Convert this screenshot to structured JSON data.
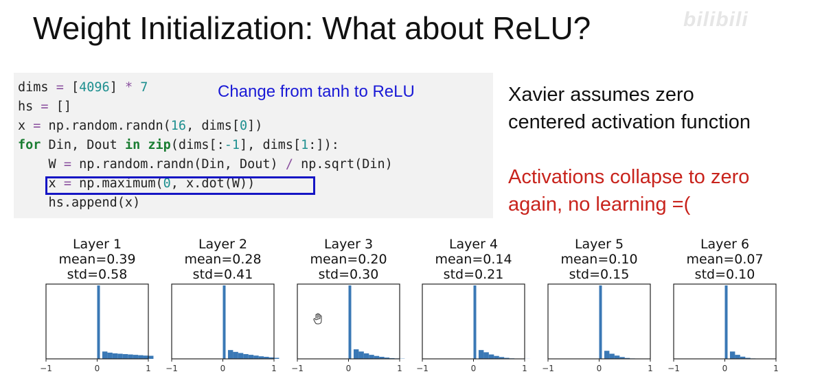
{
  "slide": {
    "title": "Weight Initialization: What about ReLU?",
    "watermark": "bilibili"
  },
  "code": {
    "lines": [
      [
        {
          "t": "dims "
        },
        {
          "t": "=",
          "c": "op"
        },
        {
          "t": " ["
        },
        {
          "t": "4096",
          "c": "num"
        },
        {
          "t": "] "
        },
        {
          "t": "*",
          "c": "op"
        },
        {
          "t": " "
        },
        {
          "t": "7",
          "c": "num"
        }
      ],
      [
        {
          "t": "hs "
        },
        {
          "t": "=",
          "c": "op"
        },
        {
          "t": " []"
        }
      ],
      [
        {
          "t": "x "
        },
        {
          "t": "=",
          "c": "op"
        },
        {
          "t": " np.random.randn("
        },
        {
          "t": "16",
          "c": "num"
        },
        {
          "t": ", dims["
        },
        {
          "t": "0",
          "c": "num"
        },
        {
          "t": "])"
        }
      ],
      [
        {
          "t": "for",
          "c": "kw"
        },
        {
          "t": " Din, Dout "
        },
        {
          "t": "in",
          "c": "kw"
        },
        {
          "t": " "
        },
        {
          "t": "zip",
          "c": "kw"
        },
        {
          "t": "(dims[:"
        },
        {
          "t": "-1",
          "c": "num"
        },
        {
          "t": "], dims["
        },
        {
          "t": "1",
          "c": "num"
        },
        {
          "t": ":]):"
        }
      ],
      [
        {
          "t": "    W "
        },
        {
          "t": "=",
          "c": "op"
        },
        {
          "t": " np.random.randn(Din, Dout) "
        },
        {
          "t": "/",
          "c": "op"
        },
        {
          "t": " np.sqrt(Din)"
        }
      ],
      [
        {
          "t": "    x "
        },
        {
          "t": "=",
          "c": "op"
        },
        {
          "t": " np.maximum("
        },
        {
          "t": "0",
          "c": "num"
        },
        {
          "t": ", x.dot(W))"
        }
      ],
      [
        {
          "t": "    hs.append(x)"
        }
      ]
    ],
    "note": "Change from tanh to ReLU"
  },
  "side": {
    "black_lines": [
      "Xavier assumes zero",
      "centered activation function"
    ],
    "red_lines": [
      "Activations collapse to zero",
      "again, no learning =("
    ],
    "colors": {
      "text": "#111111",
      "alert": "#c8231c",
      "note": "#1a1ad6",
      "box": "#1515c4"
    }
  },
  "chart_data": [
    {
      "type": "bar",
      "title": "Layer 1",
      "subtitle": [
        "mean=0.39",
        "std=0.58"
      ],
      "xlim": [
        -1,
        1
      ],
      "xticks": [
        "−1",
        "0",
        "1"
      ],
      "categories": [
        0.0,
        0.1,
        0.2,
        0.3,
        0.4,
        0.5,
        0.6,
        0.7,
        0.8,
        0.9,
        1.0
      ],
      "values": [
        1.0,
        0.1,
        0.085,
        0.075,
        0.07,
        0.065,
        0.06,
        0.055,
        0.05,
        0.045,
        0.042
      ],
      "color": "#3a78b5",
      "grid": false
    },
    {
      "type": "bar",
      "title": "Layer 2",
      "subtitle": [
        "mean=0.28",
        "std=0.41"
      ],
      "xlim": [
        -1,
        1
      ],
      "xticks": [
        "−1",
        "0",
        "1"
      ],
      "categories": [
        0.0,
        0.1,
        0.2,
        0.3,
        0.4,
        0.5,
        0.6,
        0.7,
        0.8,
        0.9,
        1.0
      ],
      "values": [
        1.0,
        0.12,
        0.095,
        0.08,
        0.065,
        0.055,
        0.045,
        0.035,
        0.028,
        0.02,
        0.014
      ],
      "color": "#3a78b5",
      "grid": false
    },
    {
      "type": "bar",
      "title": "Layer 3",
      "subtitle": [
        "mean=0.20",
        "std=0.30"
      ],
      "xlim": [
        -1,
        1
      ],
      "xticks": [
        "−1",
        "0",
        "1"
      ],
      "categories": [
        0.0,
        0.1,
        0.2,
        0.3,
        0.4,
        0.5,
        0.6,
        0.7,
        0.8,
        0.9,
        1.0
      ],
      "values": [
        1.0,
        0.13,
        0.1,
        0.075,
        0.055,
        0.04,
        0.028,
        0.018,
        0.01,
        0.006,
        0.003
      ],
      "color": "#3a78b5",
      "grid": false
    },
    {
      "type": "bar",
      "title": "Layer 4",
      "subtitle": [
        "mean=0.14",
        "std=0.21"
      ],
      "xlim": [
        -1,
        1
      ],
      "xticks": [
        "−1",
        "0",
        "1"
      ],
      "categories": [
        0.0,
        0.1,
        0.2,
        0.3,
        0.4,
        0.5,
        0.6,
        0.7,
        0.8,
        0.9,
        1.0
      ],
      "values": [
        1.0,
        0.12,
        0.09,
        0.06,
        0.04,
        0.025,
        0.014,
        0.007,
        0.004,
        0.002,
        0.001
      ],
      "color": "#3a78b5",
      "grid": false
    },
    {
      "type": "bar",
      "title": "Layer 5",
      "subtitle": [
        "mean=0.10",
        "std=0.15"
      ],
      "xlim": [
        -1,
        1
      ],
      "xticks": [
        "−1",
        "0",
        "1"
      ],
      "categories": [
        0.0,
        0.1,
        0.2,
        0.3,
        0.4,
        0.5,
        0.6,
        0.7,
        0.8,
        0.9,
        1.0
      ],
      "values": [
        1.0,
        0.11,
        0.07,
        0.045,
        0.025,
        0.012,
        0.006,
        0.003,
        0.001,
        0.0,
        0.0
      ],
      "color": "#3a78b5",
      "grid": false
    },
    {
      "type": "bar",
      "title": "Layer 6",
      "subtitle": [
        "mean=0.07",
        "std=0.10"
      ],
      "xlim": [
        -1,
        1
      ],
      "xticks": [
        "−1",
        "0",
        "1"
      ],
      "categories": [
        0.0,
        0.1,
        0.2,
        0.3,
        0.4,
        0.5,
        0.6,
        0.7,
        0.8,
        0.9,
        1.0
      ],
      "values": [
        1.0,
        0.1,
        0.055,
        0.03,
        0.014,
        0.006,
        0.002,
        0.001,
        0.0,
        0.0,
        0.0
      ],
      "color": "#3a78b5",
      "grid": false
    }
  ]
}
